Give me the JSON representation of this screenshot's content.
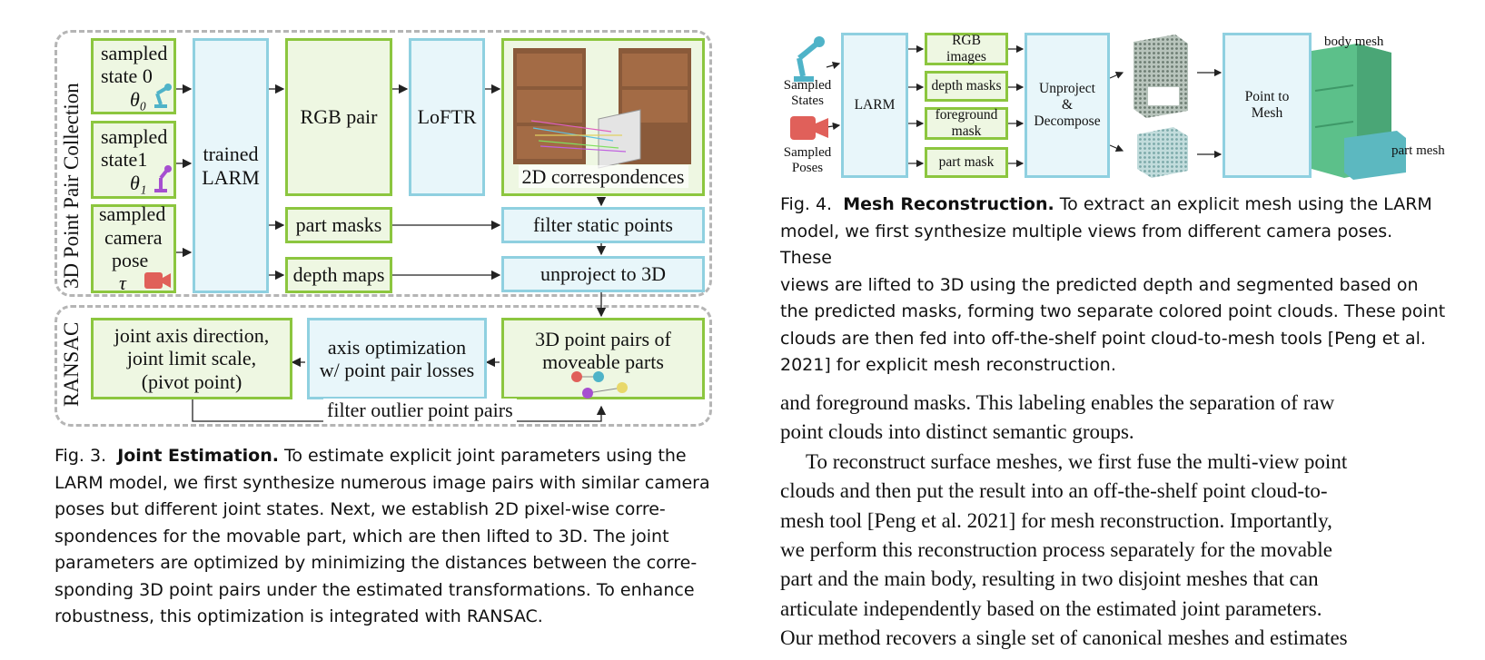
{
  "fig3": {
    "group_collection": "3D Point Pair Collection",
    "group_ransac": "RANSAC",
    "state0": {
      "line1": "sampled",
      "line2": "state 0",
      "symbol": "θ₀"
    },
    "state1": {
      "line1": "sampled",
      "line2": "state1",
      "symbol": "θ₁"
    },
    "camera": {
      "line1": "sampled",
      "line2": "camera",
      "line3": "pose",
      "symbol": "τ"
    },
    "larm": {
      "line1": "trained",
      "line2": "LARM"
    },
    "rgb_pair": "RGB pair",
    "loftr": "LoFTR",
    "correspondences": "2D correspondences",
    "part_masks": "part masks",
    "depth_maps": "depth maps",
    "filter_static": "filter static points",
    "unproject": "unproject to 3D",
    "point_pairs": {
      "line1": "3D point pairs of",
      "line2": "moveable parts"
    },
    "axis_opt": {
      "line1": "axis optimization",
      "line2": "w/ point pair losses"
    },
    "joint_out": {
      "line1": "joint axis direction,",
      "line2": "joint limit scale,",
      "line3": "(pivot point)"
    },
    "filter_outlier": "filter outlier point pairs"
  },
  "fig3_caption": {
    "label": "Fig. 3.",
    "title": "Joint Estimation.",
    "lines": [
      "To estimate explicit joint parameters using the",
      "LARM model, we first synthesize numerous image pairs with similar camera",
      "poses but different joint states. Next, we establish 2D pixel-wise corre-",
      "spondences for the movable part, which are then lifted to 3D. The joint",
      "parameters are optimized by minimizing the distances between the corre-",
      "sponding 3D point pairs under the estimated transformations. To enhance",
      "robustness, this optimization is integrated with RANSAC."
    ]
  },
  "fig4": {
    "sampled_states": {
      "line1": "Sampled",
      "line2": "States"
    },
    "sampled_poses": {
      "line1": "Sampled",
      "line2": "Poses"
    },
    "larm": "LARM",
    "rgb_images": {
      "line1": "RGB",
      "line2": "images"
    },
    "depth_masks": "depth masks",
    "foreground_mask": {
      "line1": "foreground",
      "line2": "mask"
    },
    "part_mask": "part mask",
    "unproject": {
      "line1": "Unproject",
      "line2": "&",
      "line3": "Decompose"
    },
    "point_to_mesh": {
      "line1": "Point to",
      "line2": "Mesh"
    },
    "body_mesh": "body mesh",
    "part_mesh": "part mesh"
  },
  "fig4_caption": {
    "label": "Fig. 4.",
    "title": "Mesh Reconstruction.",
    "lines": [
      "To extract an explicit mesh using the LARM",
      "model, we first synthesize multiple views from different camera poses. These",
      "views are lifted to 3D using the predicted depth and segmented based on",
      "the predicted masks, forming two separate colored point clouds. These point",
      "clouds are then fed into off-the-shelf point cloud-to-mesh tools [Peng et al.",
      "2021] for explicit mesh reconstruction."
    ]
  },
  "body": {
    "lines": [
      "and foreground masks. This labeling enables the separation of raw",
      "point clouds into distinct semantic groups.",
      "To reconstruct surface meshes, we first fuse the multi-view point",
      "clouds and then put the result into an off-the-shelf point cloud-to-",
      "mesh tool [Peng et al. 2021] for mesh reconstruction. Importantly,",
      "we perform this reconstruction process separately for the movable",
      "part and the main body, resulting in two disjoint meshes that can",
      "articulate independently based on the estimated joint parameters.",
      "Our method recovers a single set of canonical meshes and estimates"
    ]
  },
  "colors": {
    "green_border": "#8cc63f",
    "blue_border": "#8fd0e0",
    "dash": "#b5b5b5",
    "teal": "#4fb3c8",
    "purple": "#a64fd0",
    "camera_red": "#e0605a",
    "wood": "#8a5a3a",
    "mesh_green": "#5cc08a",
    "mesh_teal": "#5cb8c0"
  }
}
